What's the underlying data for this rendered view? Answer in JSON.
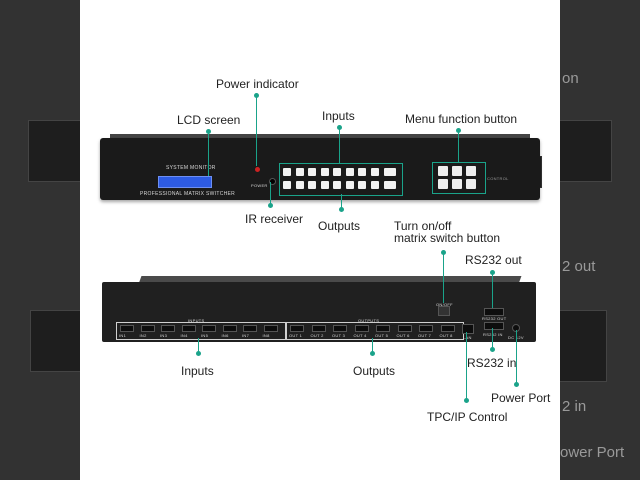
{
  "front_labels": {
    "power_indicator": "Power indicator",
    "lcd_screen": "LCD screen",
    "inputs": "Inputs",
    "menu_function_button": "Menu function button",
    "ir_receiver": "IR receiver",
    "outputs": "Outputs"
  },
  "front_panel_text": {
    "system_monitor": "SYSTEM MONITOR",
    "brand_line": "PROFESSIONAL MATRIX SWITCHER",
    "power": "POWER"
  },
  "rear_labels": {
    "turn_on_off_line1": "Turn on/off",
    "turn_on_off_line2": "matrix switch button",
    "rs232_out": "RS232 out",
    "rs232_in": "RS232 in",
    "power_port": "Power Port",
    "tcp_ip_control": "TPC/IP Control",
    "inputs": "Inputs",
    "outputs": "Outputs"
  },
  "rear_panel_text": {
    "inputs_heading": "INPUTS",
    "outputs_heading": "OUTPUTS",
    "in_ports": [
      "IN1",
      "IN2",
      "IN3",
      "IN4",
      "IN5",
      "IN6",
      "IN7",
      "IN8"
    ],
    "out_ports": [
      "OUT 1",
      "OUT 2",
      "OUT 3",
      "OUT 4",
      "OUT 5",
      "OUT 6",
      "OUT 7",
      "OUT 8"
    ],
    "lan": "LAN",
    "dc_12v": "DC 12V",
    "rs232_out": "RS232 OUT",
    "rs232_in": "RS232 IN",
    "on_off": "ON/OFF"
  },
  "side_fragments": {
    "right_1": "on",
    "right_2": "2 out",
    "right_3": "2 in",
    "right_4": "ower Port"
  },
  "colors": {
    "accent": "#1aa38a",
    "lcd": "#2d5be3",
    "device": "#1a1a1a"
  }
}
